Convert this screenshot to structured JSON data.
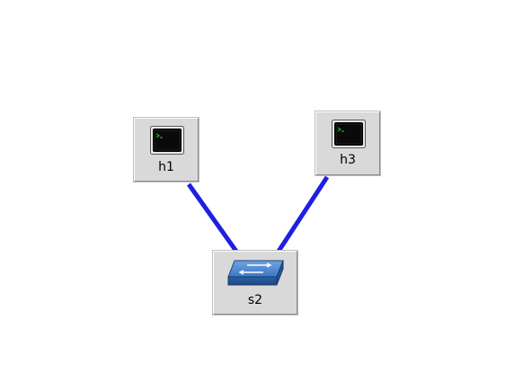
{
  "diagram": {
    "type": "network-topology",
    "link_color": "#1f1fe0",
    "node_background": "#d9d9d9",
    "nodes": [
      {
        "id": "h1",
        "label": "h1",
        "kind": "host",
        "icon": "terminal-icon"
      },
      {
        "id": "h3",
        "label": "h3",
        "kind": "host",
        "icon": "terminal-icon"
      },
      {
        "id": "s2",
        "label": "s2",
        "kind": "switch",
        "icon": "switch-icon"
      }
    ],
    "links": [
      {
        "from": "h1",
        "to": "s2"
      },
      {
        "from": "h3",
        "to": "s2"
      }
    ]
  }
}
